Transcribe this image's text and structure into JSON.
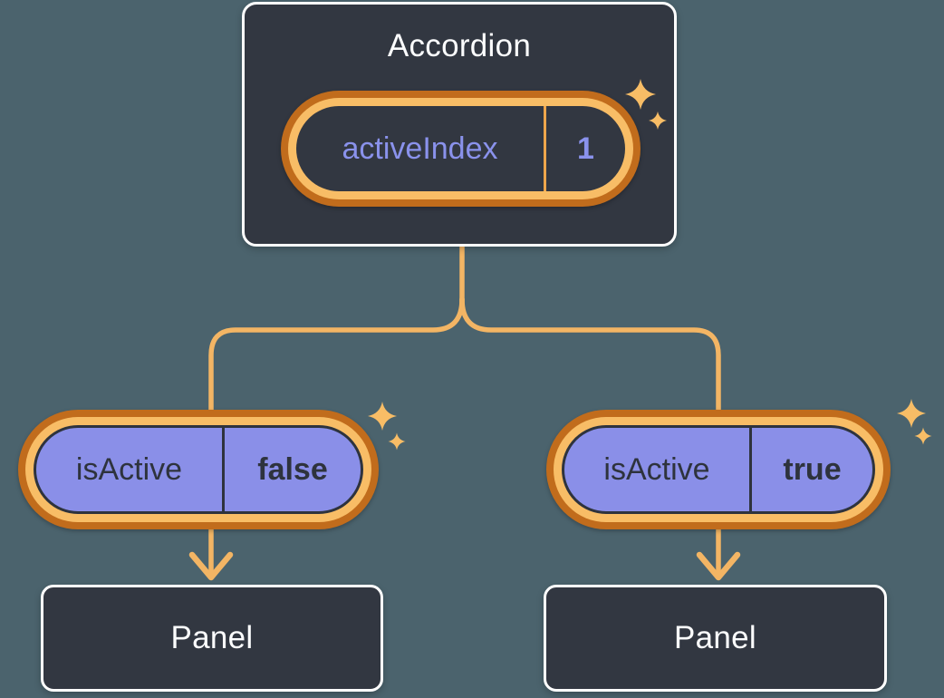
{
  "background_color": "#4B636D",
  "accordion": {
    "title": "Accordion",
    "state_pill": {
      "name": "activeIndex",
      "value": "1"
    }
  },
  "branches": [
    {
      "prop_pill": {
        "name": "isActive",
        "value": "false"
      },
      "panel_title": "Panel"
    },
    {
      "prop_pill": {
        "name": "isActive",
        "value": "true"
      },
      "panel_title": "Panel"
    }
  ],
  "icons": {
    "sparkle": "four-point-sparkle-star",
    "arrow": "arrow-down"
  },
  "colors": {
    "card_background": "#323741",
    "card_border": "#FFFFFF",
    "light_text": "#FCFDFE",
    "dark_text": "#2E333D",
    "purple_text": "#8A92EC",
    "pill_purple_fill": "#8A8FE8",
    "ring_light_orange": "#F8BD66",
    "ring_dark_orange": "#C16C1C",
    "connector_orange": "#F3B564",
    "divider_orange": "#EFA64B"
  }
}
